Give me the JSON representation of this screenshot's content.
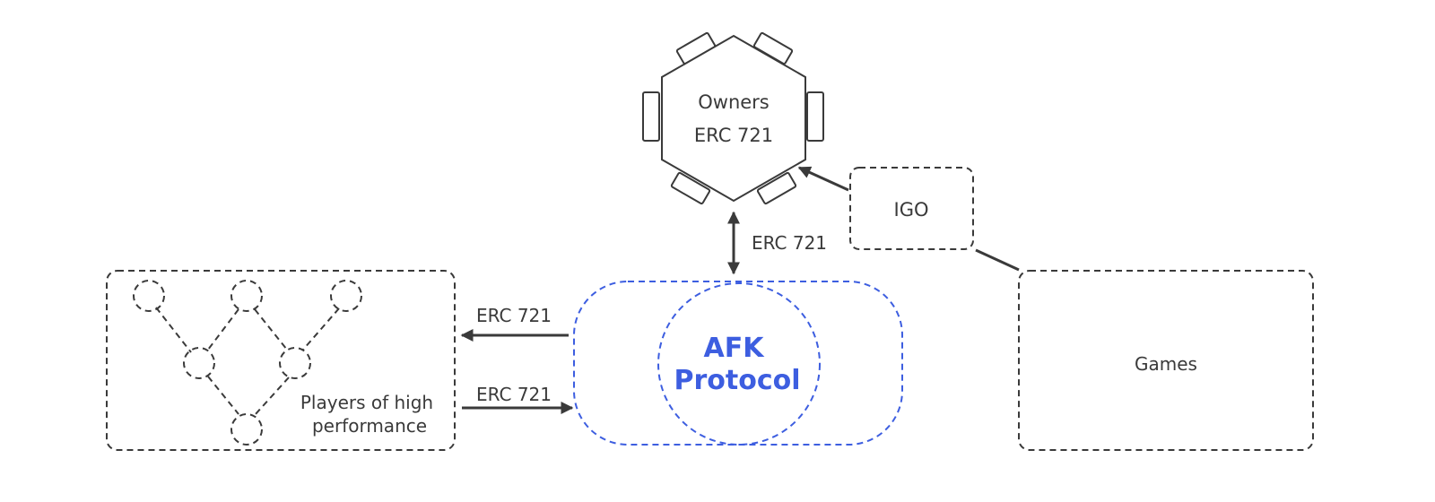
{
  "colors": {
    "ink": "#3a3a3a",
    "accent": "#3d5ee0",
    "background": "#ffffff"
  },
  "nodes": {
    "owners": {
      "line1": "Owners",
      "line2": "ERC 721"
    },
    "igo": {
      "label": "IGO"
    },
    "games": {
      "label": "Games"
    },
    "afk": {
      "line1": "AFK",
      "line2": "Protocol"
    },
    "players": {
      "line1": "Players of high",
      "line2": "performance"
    }
  },
  "edges": {
    "owners_afk": {
      "label": "ERC 721",
      "direction": "bidirectional"
    },
    "afk_to_players": {
      "label": "ERC 721",
      "direction": "afk-to-players"
    },
    "players_to_afk": {
      "label": "ERC 721",
      "direction": "players-to-afk"
    },
    "igo_to_owners": {
      "direction": "igo-to-owners"
    },
    "games_igo": {
      "direction": "none"
    }
  }
}
